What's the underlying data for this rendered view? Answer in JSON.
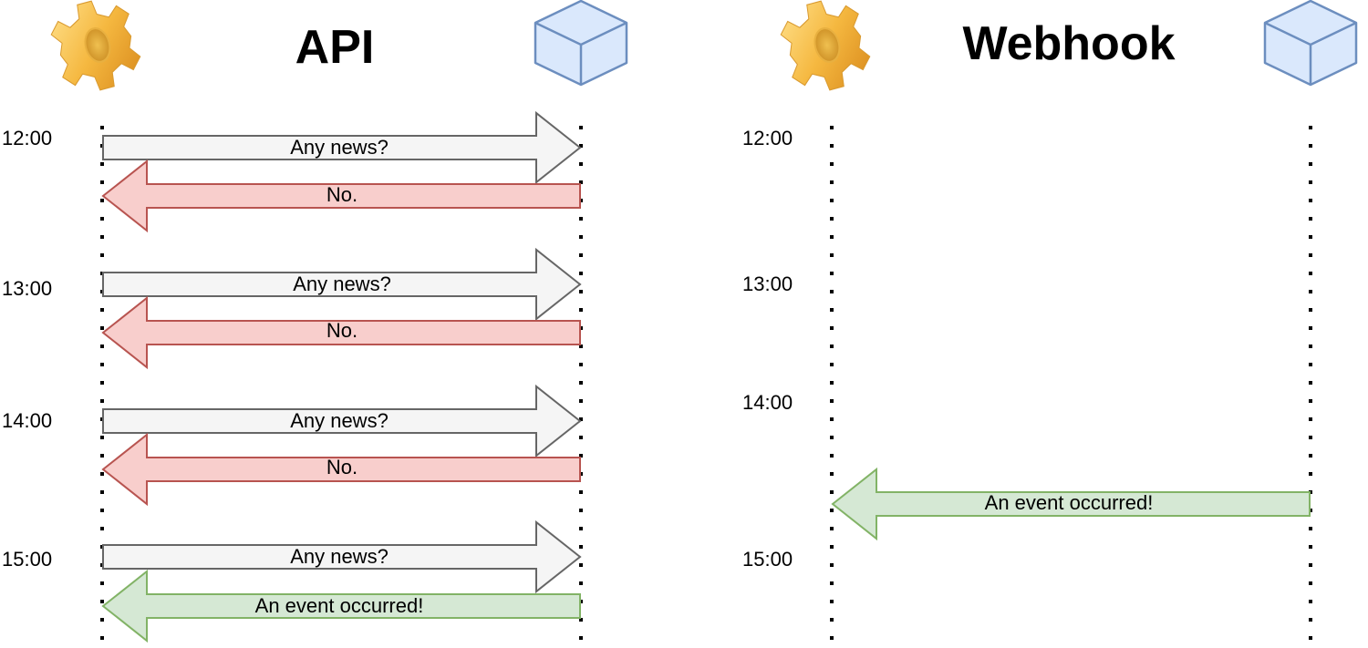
{
  "colors": {
    "request_fill": "#f5f5f5",
    "request_stroke": "#666666",
    "no_fill": "#f8cecc",
    "no_stroke": "#b85450",
    "event_fill": "#d5e8d4",
    "event_stroke": "#82b366",
    "cube_fill": "#dae8fc",
    "cube_stroke": "#6c8ebf"
  },
  "panels": [
    {
      "title": "API",
      "left_icon": "gear-icon",
      "right_icon": "cube-icon",
      "times": [
        "12:00",
        "13:00",
        "14:00",
        "15:00"
      ],
      "messages": [
        {
          "label": "Any news?",
          "direction": "right",
          "type": "request"
        },
        {
          "label": "No.",
          "direction": "left",
          "type": "no"
        },
        {
          "label": "Any news?",
          "direction": "right",
          "type": "request"
        },
        {
          "label": "No.",
          "direction": "left",
          "type": "no"
        },
        {
          "label": "Any news?",
          "direction": "right",
          "type": "request"
        },
        {
          "label": "No.",
          "direction": "left",
          "type": "no"
        },
        {
          "label": "Any news?",
          "direction": "right",
          "type": "request"
        },
        {
          "label": "An event occurred!",
          "direction": "left",
          "type": "event"
        }
      ]
    },
    {
      "title": "Webhook",
      "left_icon": "gear-icon",
      "right_icon": "cube-icon",
      "times": [
        "12:00",
        "13:00",
        "14:00",
        "15:00"
      ],
      "messages": [
        {
          "label": "An event occurred!",
          "direction": "left",
          "type": "event"
        }
      ]
    }
  ]
}
